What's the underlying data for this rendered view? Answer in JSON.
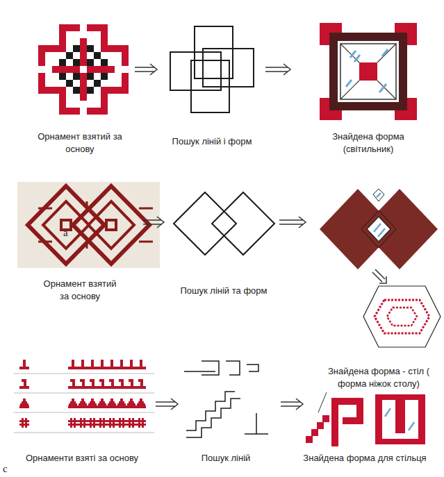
{
  "diagram": {
    "labels": [
      "Орнамент взятий за основу",
      "Пошук ліній і форм",
      "Знайдена форма (світильник)",
      "a",
      "Орнамент взятий за основу",
      "Пошук ліній та форм",
      "Знайдена форма - стіл ( форма ніжок столу)",
      "Орнаменти взяті за основу",
      "Пошук ліній",
      "Знайдена форма для стільця",
      "c"
    ]
  }
}
